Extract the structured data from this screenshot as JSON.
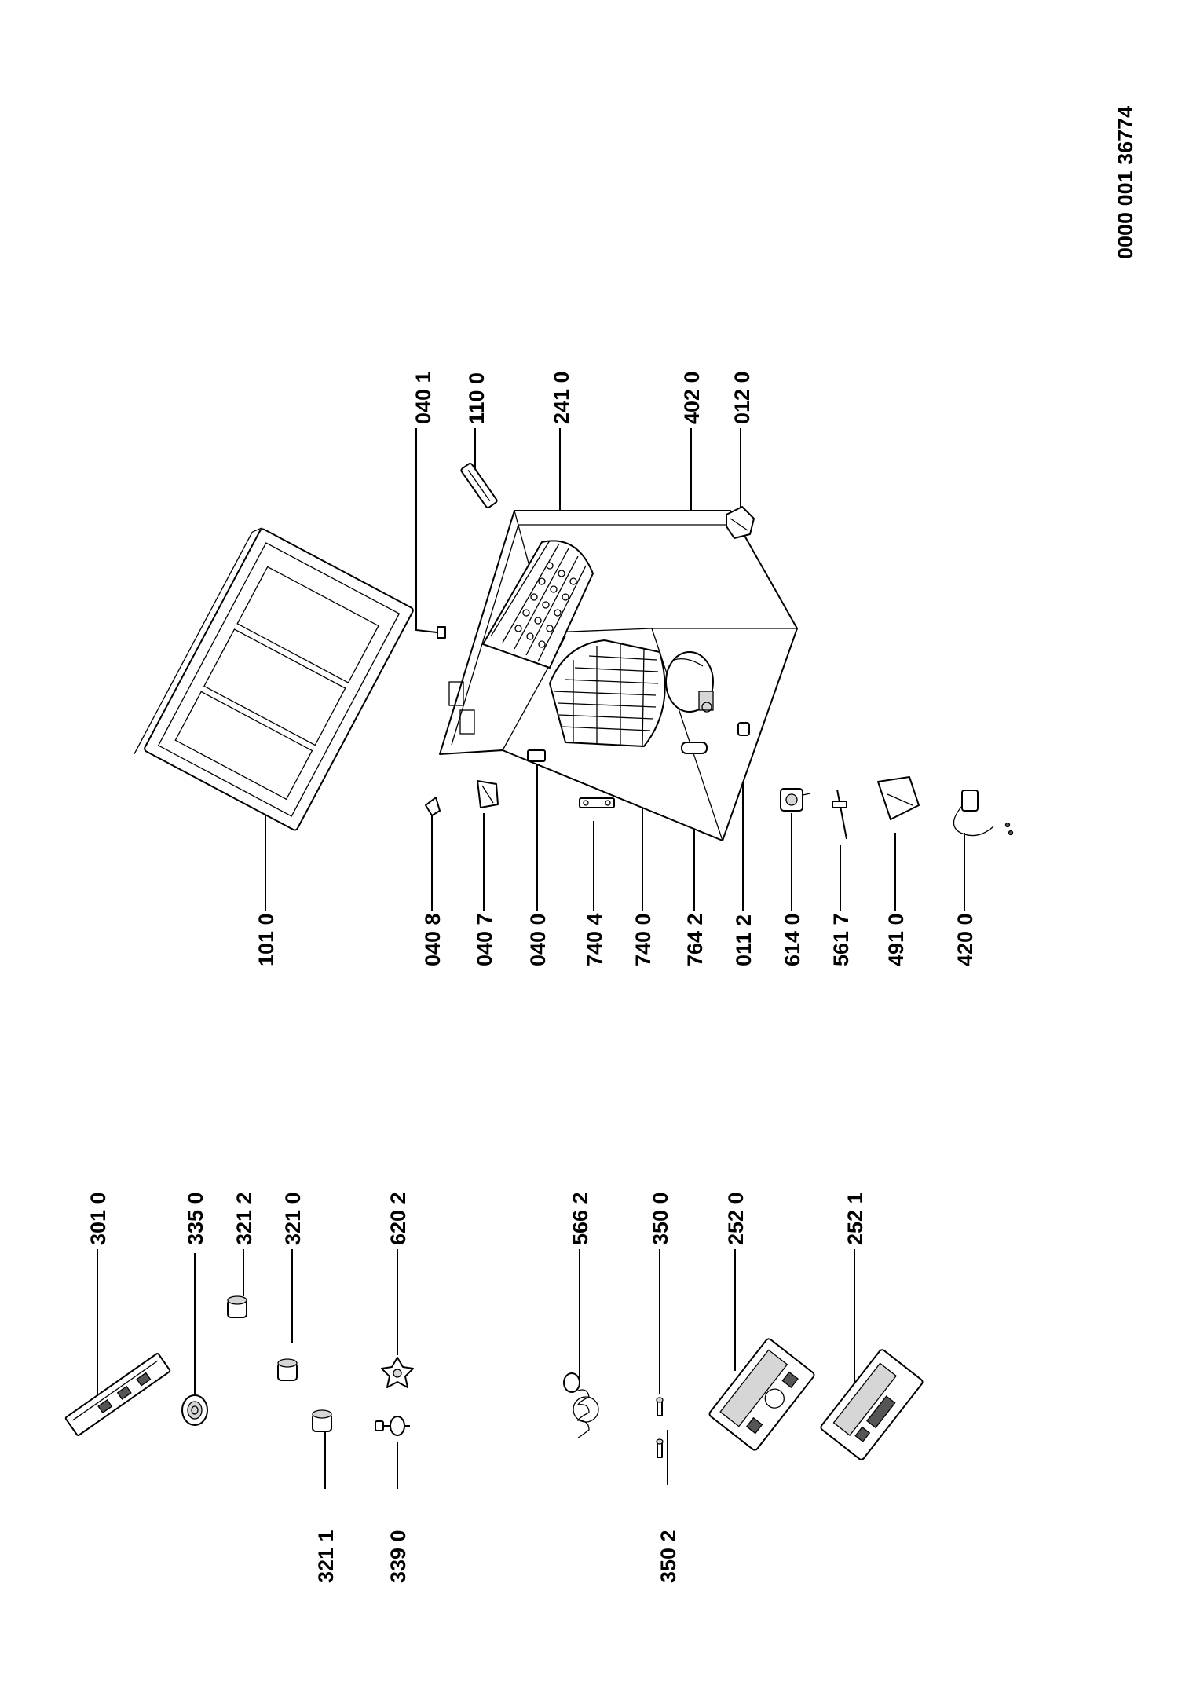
{
  "document_number": "0000 001 36774",
  "callouts": [
    {
      "id": "l-3010",
      "label": "301 0"
    },
    {
      "id": "l-3350",
      "label": "335 0"
    },
    {
      "id": "l-3212",
      "label": "321 2"
    },
    {
      "id": "l-3210",
      "label": "321 0"
    },
    {
      "id": "l-6202",
      "label": "620 2"
    },
    {
      "id": "l-5662",
      "label": "566 2"
    },
    {
      "id": "l-3500",
      "label": "350 0"
    },
    {
      "id": "l-2520",
      "label": "252 0"
    },
    {
      "id": "l-2521",
      "label": "252 1"
    },
    {
      "id": "l-3211",
      "label": "321 1"
    },
    {
      "id": "l-3390",
      "label": "339 0"
    },
    {
      "id": "l-3502",
      "label": "350 2"
    },
    {
      "id": "l-1010",
      "label": "101 0"
    },
    {
      "id": "l-0408",
      "label": "040 8"
    },
    {
      "id": "l-0407",
      "label": "040 7"
    },
    {
      "id": "l-0400",
      "label": "040 0"
    },
    {
      "id": "l-7404",
      "label": "740 4"
    },
    {
      "id": "l-7400",
      "label": "740 0"
    },
    {
      "id": "l-7642",
      "label": "764 2"
    },
    {
      "id": "l-0112",
      "label": "011 2"
    },
    {
      "id": "l-6140",
      "label": "614 0"
    },
    {
      "id": "l-5617",
      "label": "561 7"
    },
    {
      "id": "l-4910",
      "label": "491 0"
    },
    {
      "id": "l-4200",
      "label": "420 0"
    },
    {
      "id": "l-0401",
      "label": "040 1"
    },
    {
      "id": "l-1100",
      "label": "110 0"
    },
    {
      "id": "l-2410",
      "label": "241 0"
    },
    {
      "id": "l-4020",
      "label": "402 0"
    },
    {
      "id": "l-0120",
      "label": "012 0"
    }
  ]
}
